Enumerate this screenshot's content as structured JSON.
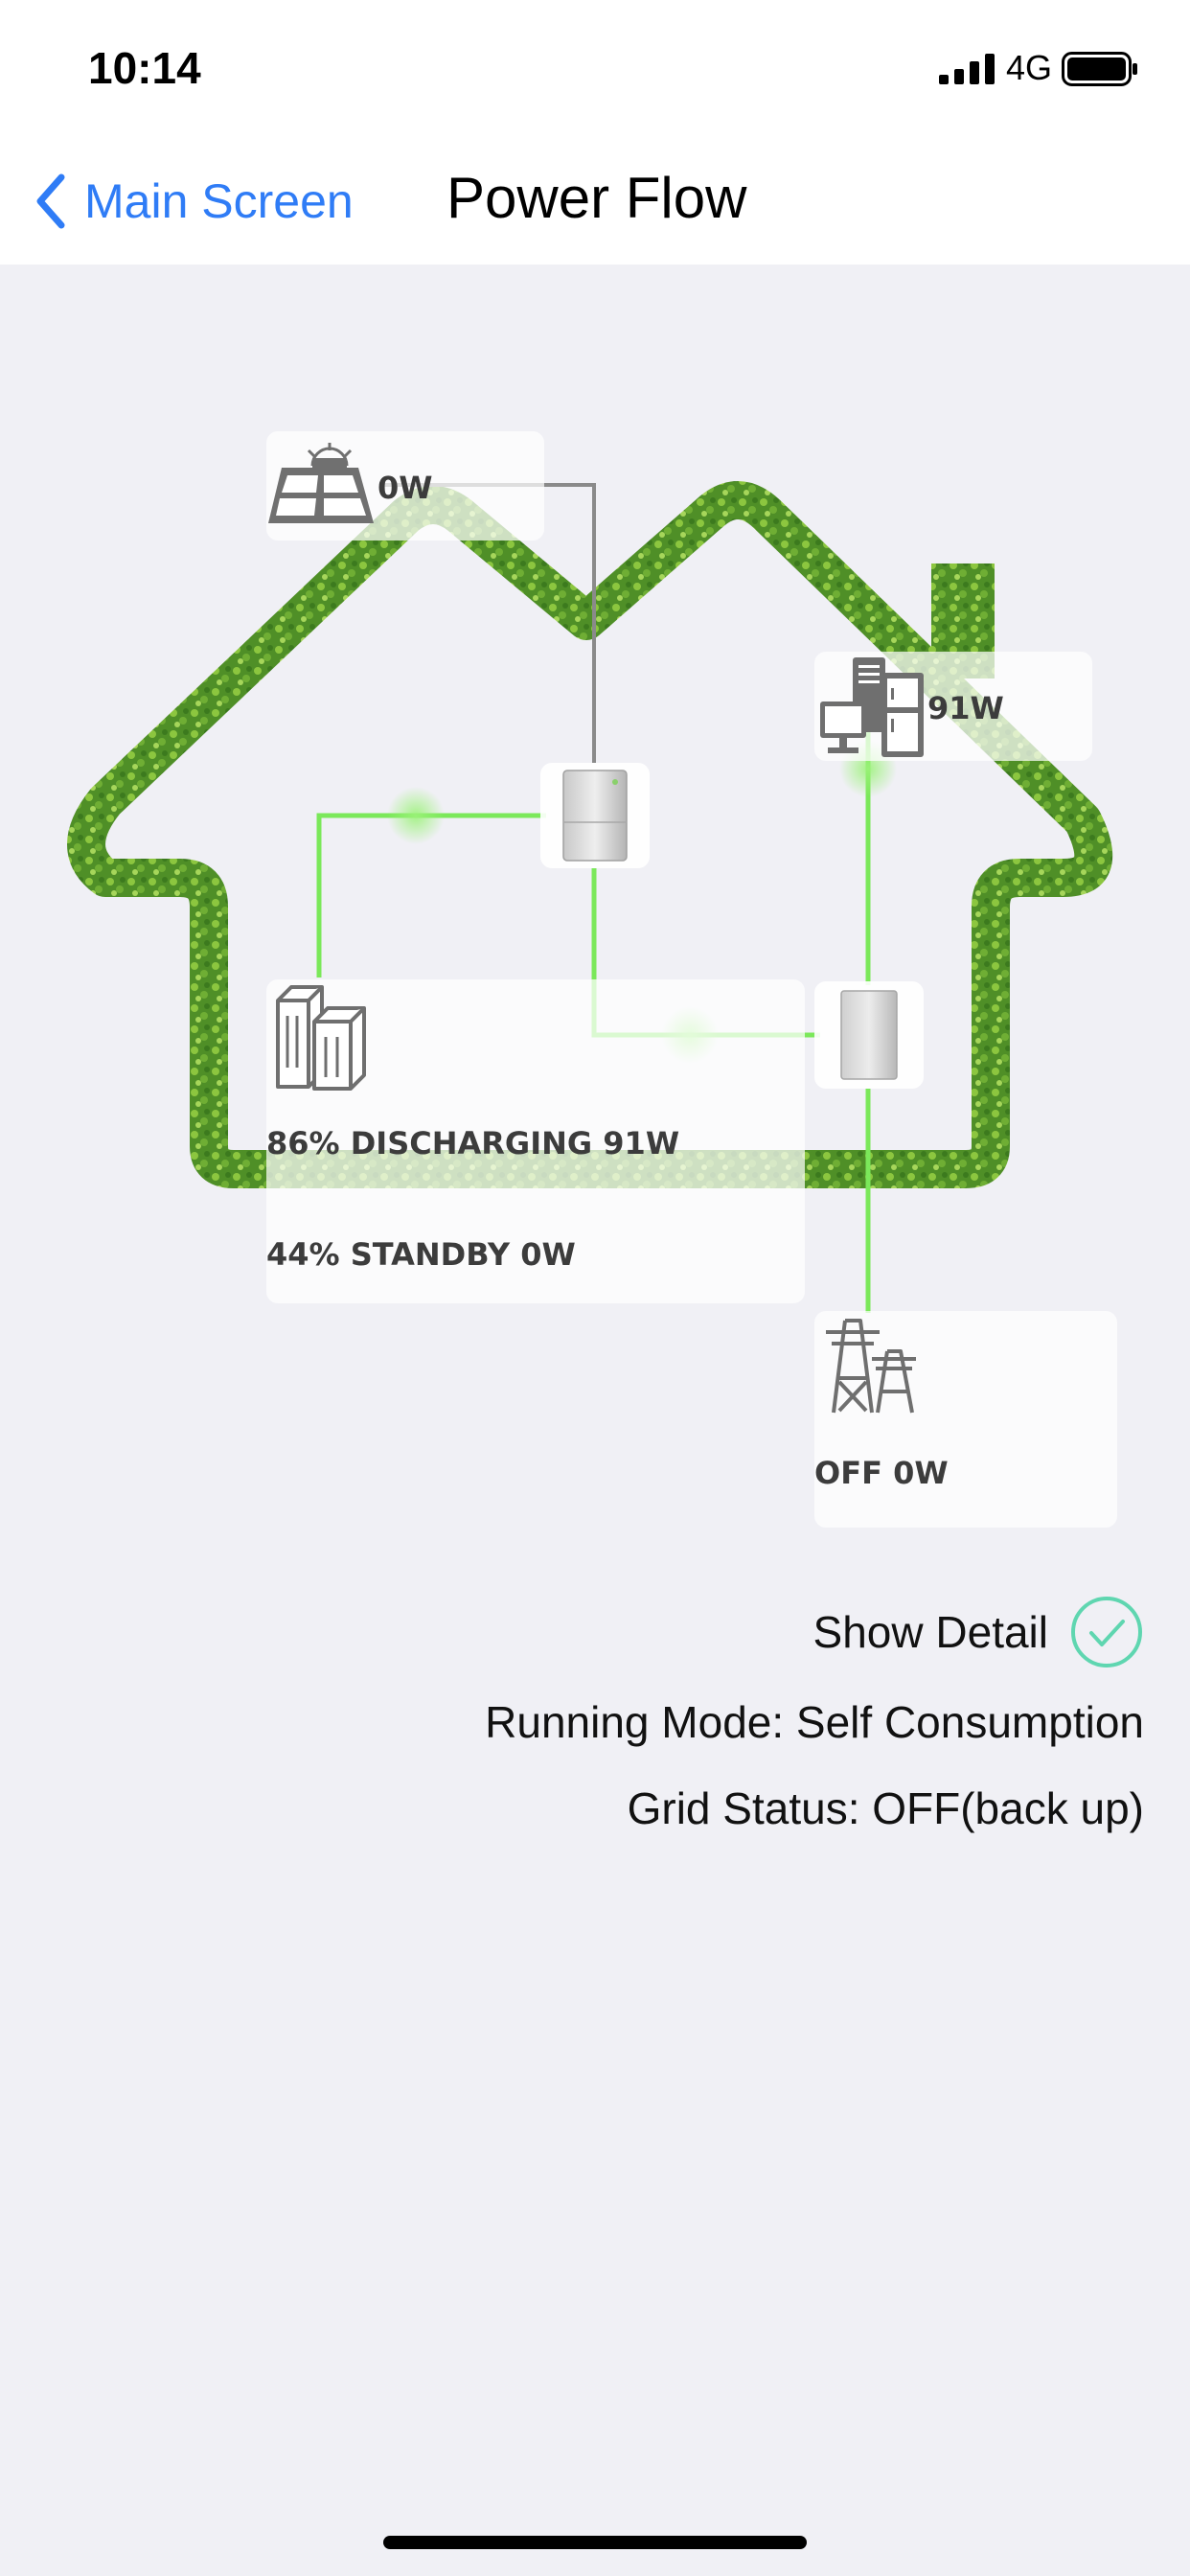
{
  "status_bar": {
    "time": "10:14",
    "network": "4G"
  },
  "nav": {
    "back_label": "Main Screen",
    "title": "Power Flow"
  },
  "flow": {
    "solar": {
      "value": "0W"
    },
    "load": {
      "value": "91W"
    },
    "battery_1": {
      "status": "86% DISCHARGING 91W"
    },
    "battery_2": {
      "status": "44% STANDBY 0W"
    },
    "grid": {
      "status": "OFF 0W"
    }
  },
  "details": {
    "show_detail_label": "Show Detail",
    "show_detail_checked": true,
    "running_mode": "Running Mode: Self Consumption",
    "grid_status": "Grid Status: OFF(back up)"
  },
  "colors": {
    "accent_blue": "#2f7cf6",
    "flow_green": "#7be85a",
    "house_green": "#5a9a2e",
    "check_teal": "#5fd6b0"
  }
}
